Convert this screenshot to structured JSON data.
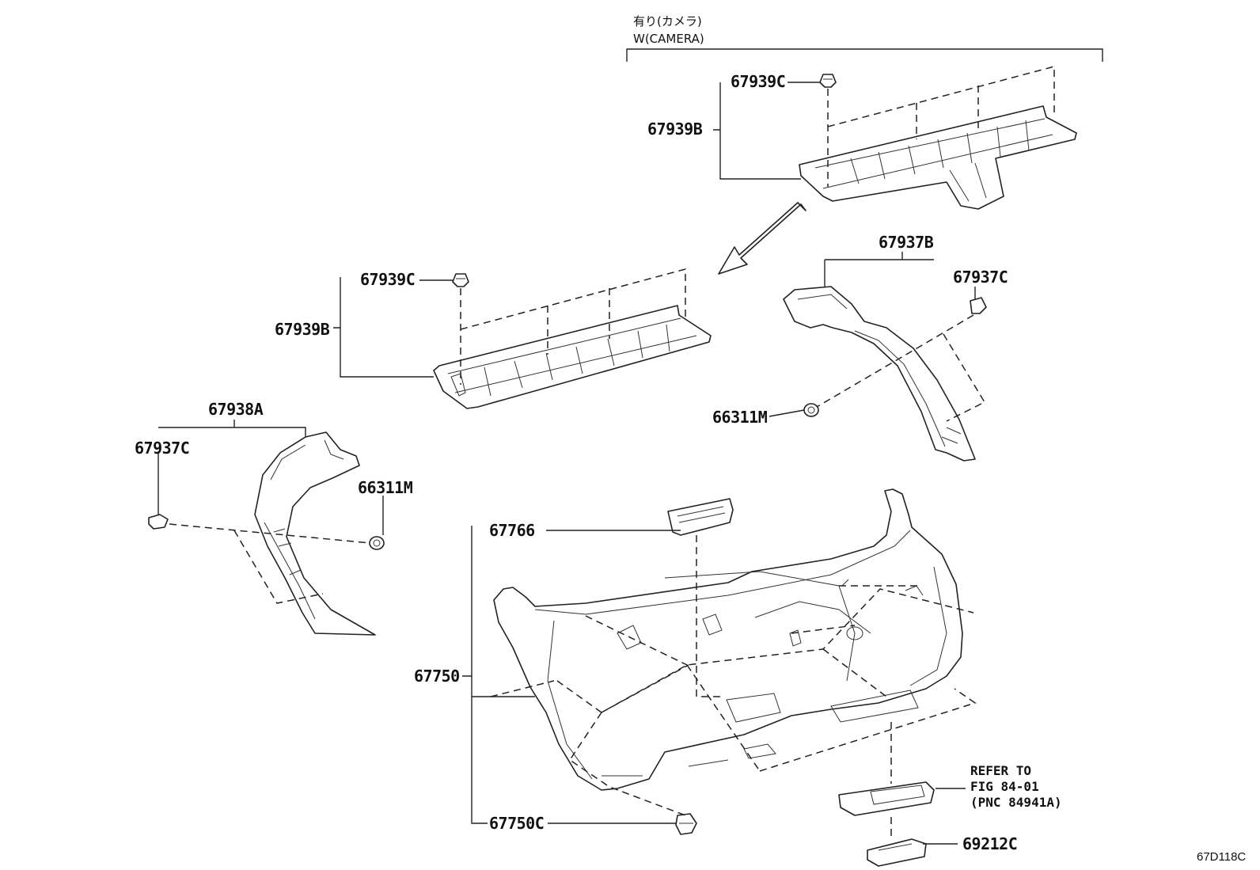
{
  "diagram": {
    "condition": {
      "jp": "有り(カメラ)",
      "en": "W(CAMERA)"
    },
    "labels": {
      "top_clip": "67939C",
      "top_trim": "67939B",
      "mid_clip": "67939C",
      "mid_trim": "67939B",
      "right_pillar": "67937B",
      "right_clip": "67937C",
      "right_grommet": "66311M",
      "left_pillar": "67938A",
      "left_clip": "67937C",
      "left_grommet": "66311M",
      "handle_cover": "67766",
      "door_trim": "67750",
      "trim_clip": "67750C",
      "lamp": "69212C"
    },
    "refer": {
      "line1": "REFER TO",
      "line2": "FIG 84-01",
      "line3": "(PNC 84941A)"
    },
    "figure_code": "67D118C"
  }
}
